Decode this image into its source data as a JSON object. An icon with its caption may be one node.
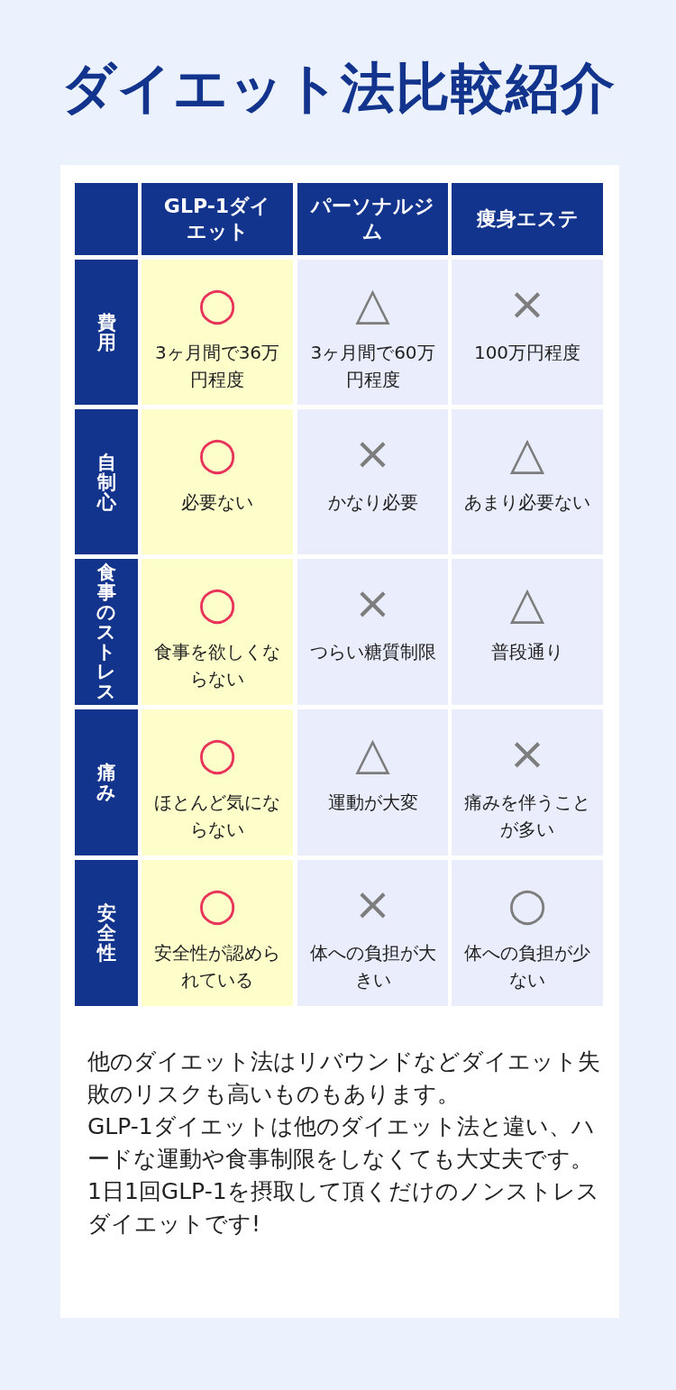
{
  "diagram": {
    "title": "ダイエット法比較紹介",
    "labels": [
      "GLP-1ダイエット",
      "パーソナルジム",
      "痩身エステ",
      "費用",
      "○",
      "3ヶ月間で36万円程度",
      "△",
      "3ヶ月間で60万円程度",
      "×",
      "100万円程度",
      "自制心",
      "○",
      "必要ない",
      "×",
      "かなり必要",
      "△",
      "あまり必要ない",
      "食事のストレス",
      "○",
      "食事を欲しくならない",
      "×",
      "つらい糖質制限",
      "△",
      "普段通り",
      "痛み",
      "○",
      "ほとんど気にならない",
      "△",
      "運動が大変",
      "×",
      "痛みを伴うことが多い",
      "安全性",
      "○",
      "安全性が認められている",
      "×",
      "体への負担が大きい",
      "○",
      "体への負担が少ない",
      "他のダイエット法はリバウンドなどダイエット失敗のリスクも高いものもあります。",
      "GLP-1ダイエットは他のダイエット法と違い、ハードな運動や食事制限をしなくても大丈夫です。1日1回GLP-1を摂取して頂くだけのノンストレスダイエットです!"
    ]
  }
}
